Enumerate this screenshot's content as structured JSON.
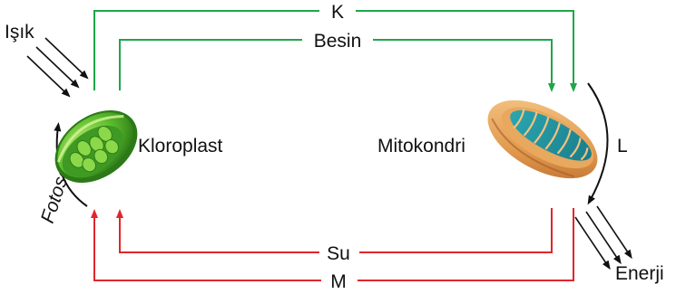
{
  "labels": {
    "k": "K",
    "besin": "Besin",
    "isik": "Işık",
    "fotosentez": "Fotosentez",
    "kloroplast": "Kloroplast",
    "mitokondri": "Mitokondri",
    "l": "L",
    "su": "Su",
    "m": "M",
    "enerji": "Enerji"
  },
  "colors": {
    "green_arrow": "#1fa64a",
    "red_arrow": "#e0262c",
    "text": "#111111"
  },
  "icons": {
    "chloroplast": "chloroplast-organelle-icon",
    "mitochondrion": "mitochondrion-organelle-icon"
  }
}
